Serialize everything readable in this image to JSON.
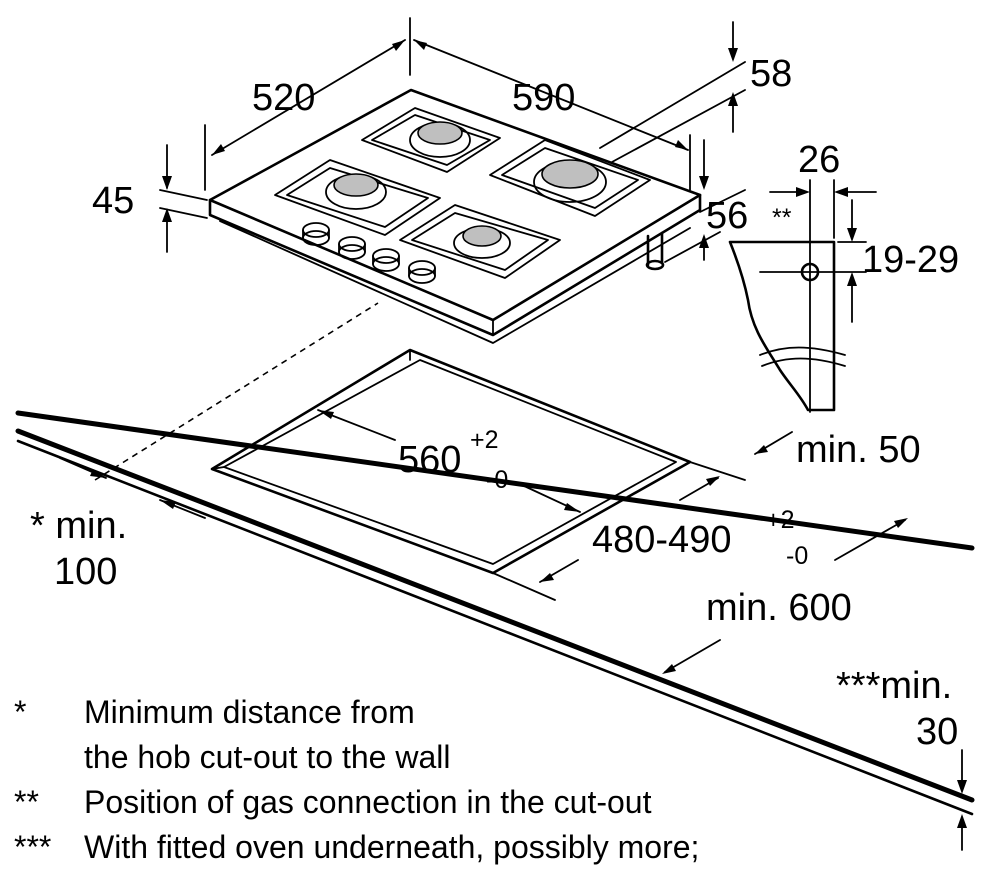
{
  "dimensions": {
    "depth": "520",
    "width": "590",
    "height_top": "58",
    "thickness": "45",
    "leg": "56",
    "gas_offset": "26",
    "gas_marker": "**",
    "gas_height": "19-29",
    "cutout_width": "560",
    "cutout_width_tol_plus": "+2",
    "cutout_width_tol_minus": "-0",
    "cutout_depth": "480-490",
    "cutout_depth_tol_plus": "+2",
    "cutout_depth_tol_minus": "-0",
    "min_back": "min. 50",
    "min_wall_line1": "* min.",
    "min_wall_line2": "100",
    "min_depth": "min. 600",
    "min_oven_line1": "***min.",
    "min_oven_line2": "30"
  },
  "notes": [
    {
      "mark": "*",
      "text": "Minimum distance from"
    },
    {
      "mark": "",
      "text": "the hob cut-out to the wall"
    },
    {
      "mark": "**",
      "text": "Position of gas connection in the cut-out"
    },
    {
      "mark": "***",
      "text": "With fitted oven underneath, possibly more;"
    }
  ]
}
